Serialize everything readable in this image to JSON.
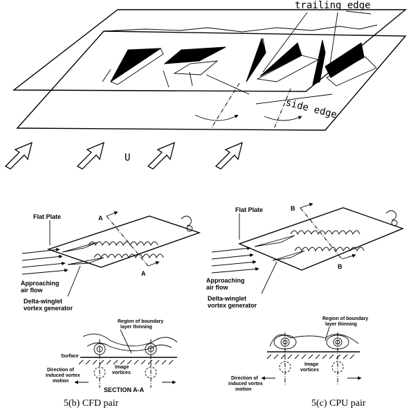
{
  "top_figure": {
    "trailing_edge_label": "trailing edge",
    "side_edge_label": "side edge",
    "flow_label": "U"
  },
  "cfd_figure": {
    "plate_label": "Flat  Plate",
    "section_letter_top": "A",
    "section_letter_bottom": "A",
    "flow_label_line1": "Approaching",
    "flow_label_line2": "air  flow",
    "generator_label_line1": "Delta-winglet",
    "generator_label_line2": "vortex  generator",
    "thinning_line1": "Region of boundary",
    "thinning_line2": "layer  thinning",
    "surface_label": "Surface",
    "induced_line1": "Direction of",
    "induced_line2": "induced vortex",
    "induced_line3": "motion",
    "image_line1": "Image",
    "image_line2": "vortices",
    "section_label": "SECTION   A-A",
    "caption": "5(b) CFD pair"
  },
  "cpu_figure": {
    "plate_label": "Flat  Plate",
    "section_letter_top": "B",
    "section_letter_bottom": "B",
    "flow_label_line1": "Approaching",
    "flow_label_line2": "air  flow",
    "generator_label_line1": "Delta-winglet",
    "generator_label_line2": "vortex  generator",
    "thinning_line1": "Region of boundary",
    "thinning_line2": "layer  thinning",
    "induced_line1": "Direction of",
    "induced_line2": "induced vortex",
    "induced_line3": "motion",
    "image_line1": "Image",
    "image_line2": "vortices",
    "caption": "5(c) CPU pair"
  }
}
